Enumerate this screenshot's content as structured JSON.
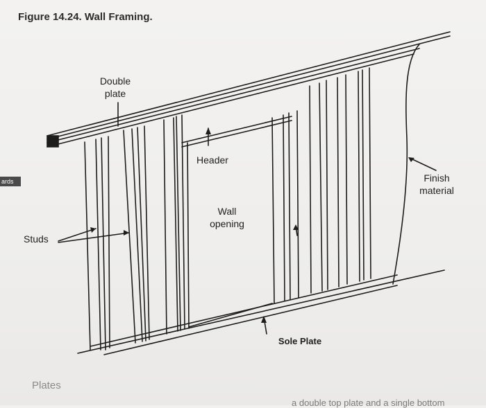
{
  "figure": {
    "title": "Figure 14.24. Wall Framing."
  },
  "side_tab": {
    "label": "ards"
  },
  "labels": {
    "double_plate_line1": "Double",
    "double_plate_line2": "plate",
    "header": "Header",
    "finish_line1": "Finish",
    "finish_line2": "material",
    "wall_opening_line1": "Wall",
    "wall_opening_line2": "opening",
    "studs": "Studs",
    "sole_plate": "Sole Plate"
  },
  "footer": {
    "plates_heading": "Plates",
    "cut_text": "a double top plate and a single bottom"
  }
}
